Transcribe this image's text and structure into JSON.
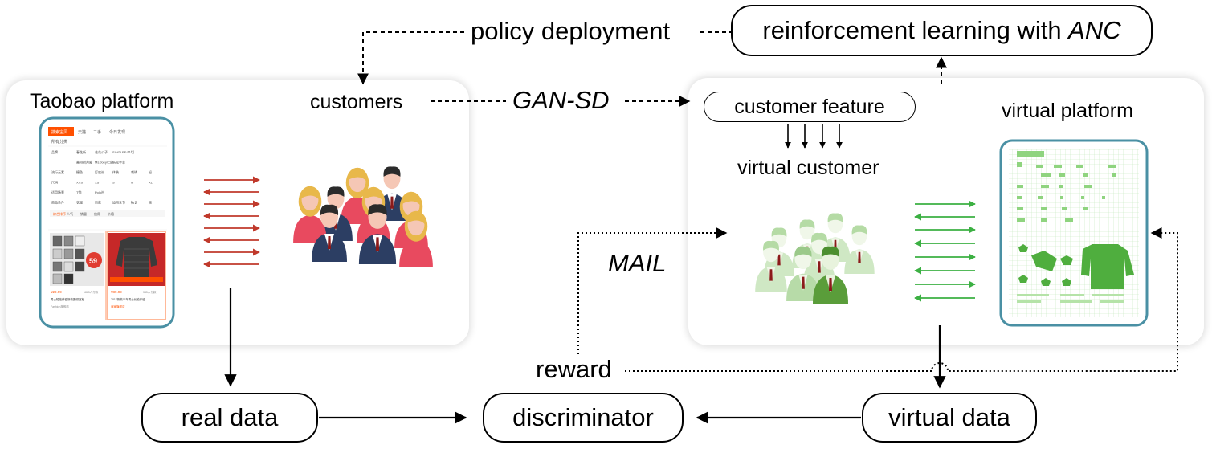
{
  "left_panel": {
    "platform_label": "Taobao platform",
    "customers_label": "customers",
    "phone": {
      "tabs": [
        "搜索宝贝",
        "天猫",
        "二手",
        "今日发现"
      ],
      "subtitle": "所有分类",
      "filters": [
        [
          "品牌",
          "春芝新",
          "花花公子",
          "SINGLEE/辛",
          "切"
        ],
        [
          "",
          "美特斯邦威",
          "Ms.Joey/日托",
          "马克华菲"
        ],
        [
          "流行元素",
          "撞色",
          "打底衫",
          "体装",
          "刺绣",
          "轻"
        ],
        [
          "尺码",
          "XXS",
          "XS",
          "S",
          "M",
          "XL"
        ],
        [
          "适用场景",
          "T恤",
          "Polo衫"
        ],
        [
          "商品条件",
          "衣服",
          "新款",
          "适用季节",
          "袖长",
          "领"
        ]
      ],
      "sort_items": [
        "综合排序",
        "人气",
        "销量",
        "信用",
        "价格"
      ],
      "banner_price": "59",
      "items": [
        {
          "price": "¥29.99",
          "sales": "1865人付款",
          "title": "男士短袖体恤新款圆领宽松",
          "shop": "Fashion旗舰店"
        },
        {
          "price": "¥89.99",
          "sales": "345人付款",
          "title": "2017新款中年男士长袖体恤",
          "shop": "商家旗舰店"
        }
      ]
    }
  },
  "right_panel": {
    "customer_feature": "customer feature",
    "virtual_customer": "virtual customer",
    "virtual_platform": "virtual platform"
  },
  "top": {
    "rl_box": "reinforcement learning with ",
    "rl_anc": "ANC",
    "policy_deployment": "policy deployment",
    "gan_sd": "GAN-SD"
  },
  "middle": {
    "mail": "MAIL",
    "reward": "reward"
  },
  "bottom": {
    "real_data": "real data",
    "discriminator": "discriminator",
    "virtual_data": "virtual data"
  },
  "colors": {
    "red_arrows": "#c0392b",
    "green_arrows": "#3cb043",
    "phone_border": "#4a90a4",
    "taobao_orange": "#ff5000"
  }
}
